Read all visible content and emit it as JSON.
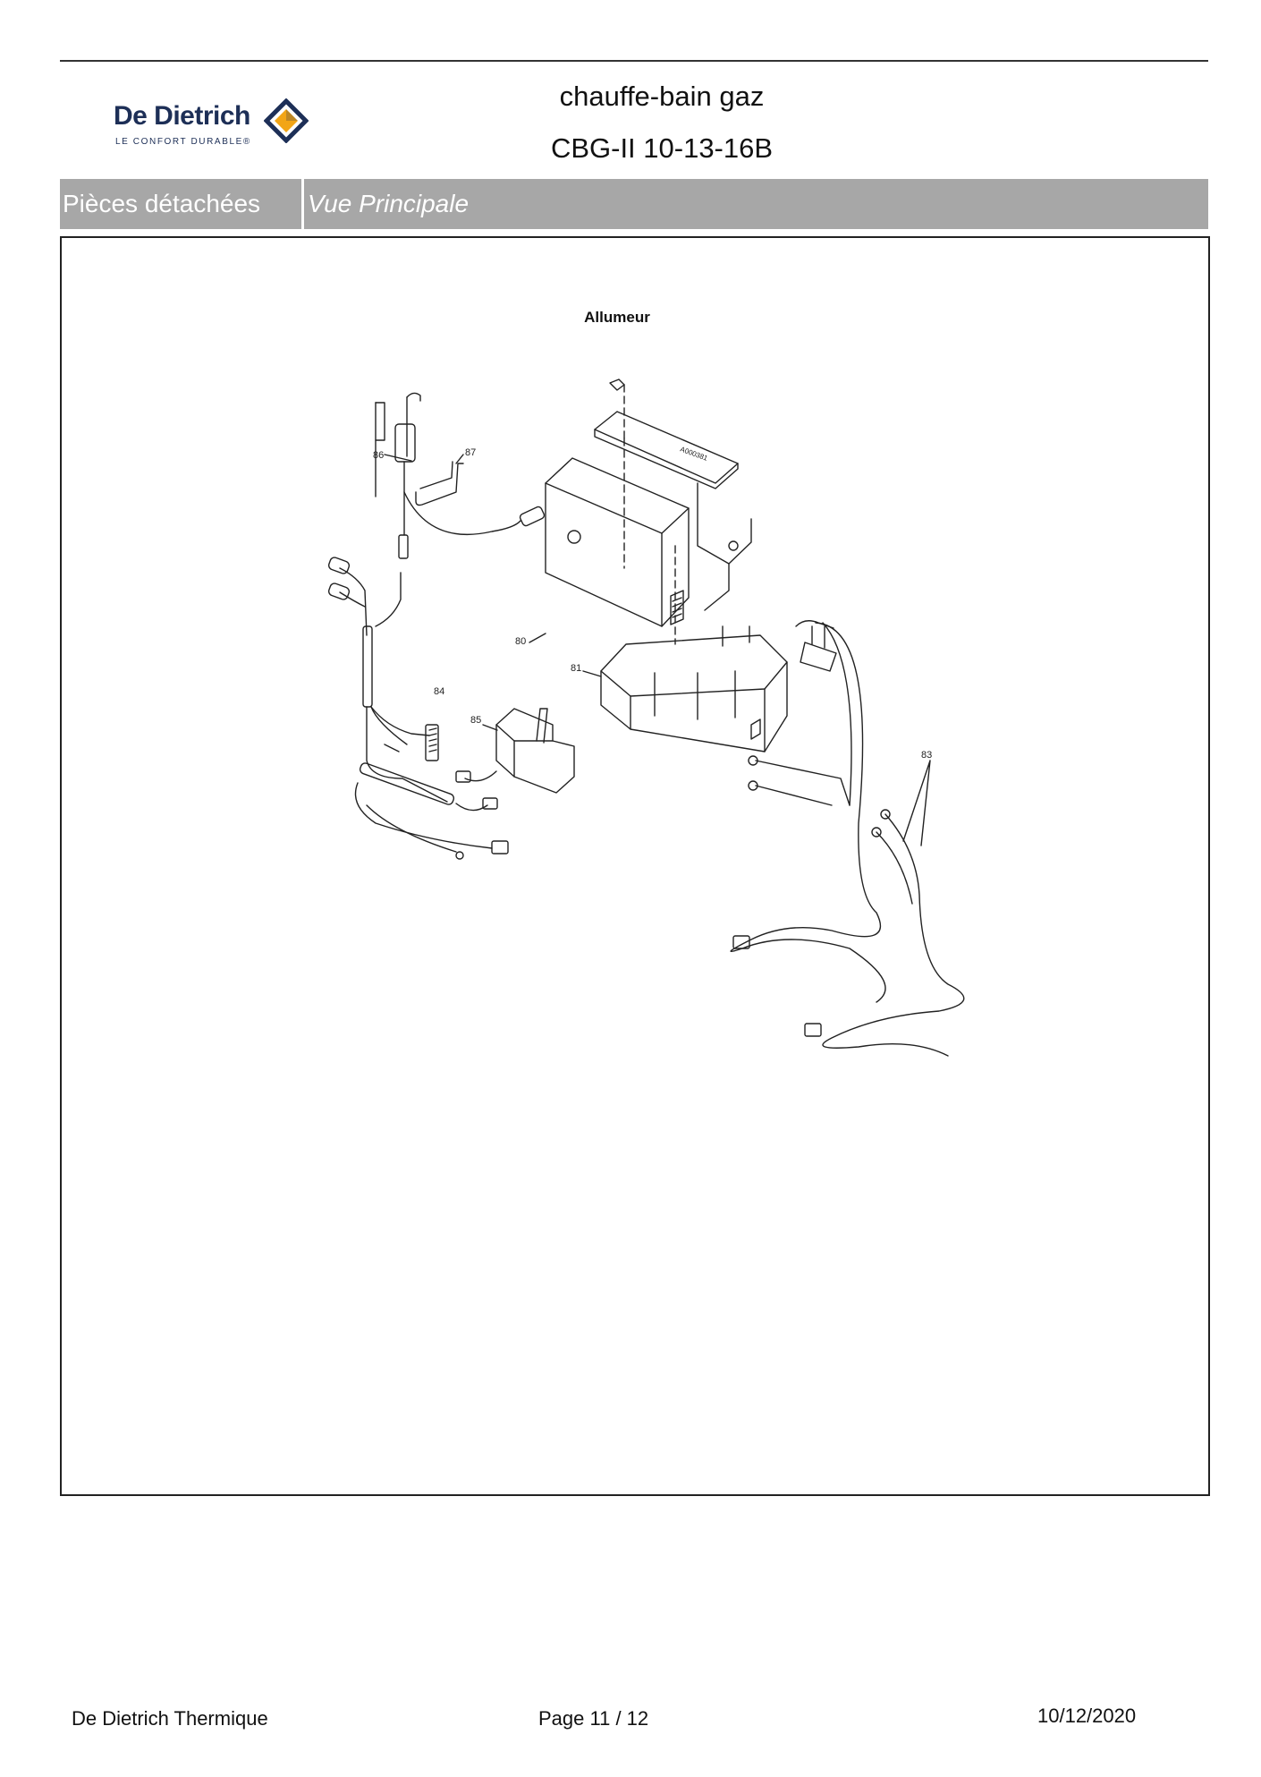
{
  "brand": {
    "name": "De Dietrich",
    "tagline": "LE CONFORT DURABLE®",
    "mark_color": "#f2a516",
    "text_color": "#1d2f57"
  },
  "header": {
    "title": "chauffe-bain gaz",
    "model": "CBG-II 10-13-16B"
  },
  "section_bar": {
    "section": "Pièces détachées",
    "view": "Vue Principale",
    "color": "#a7a7a7"
  },
  "diagram": {
    "title": "Allumeur",
    "reference": "A000381",
    "callouts": [
      "80",
      "81",
      "83",
      "84",
      "85",
      "86",
      "87"
    ]
  },
  "footer": {
    "company": "De Dietrich Thermique",
    "page": "Page 11  /  12",
    "date": "10/12/2020"
  }
}
